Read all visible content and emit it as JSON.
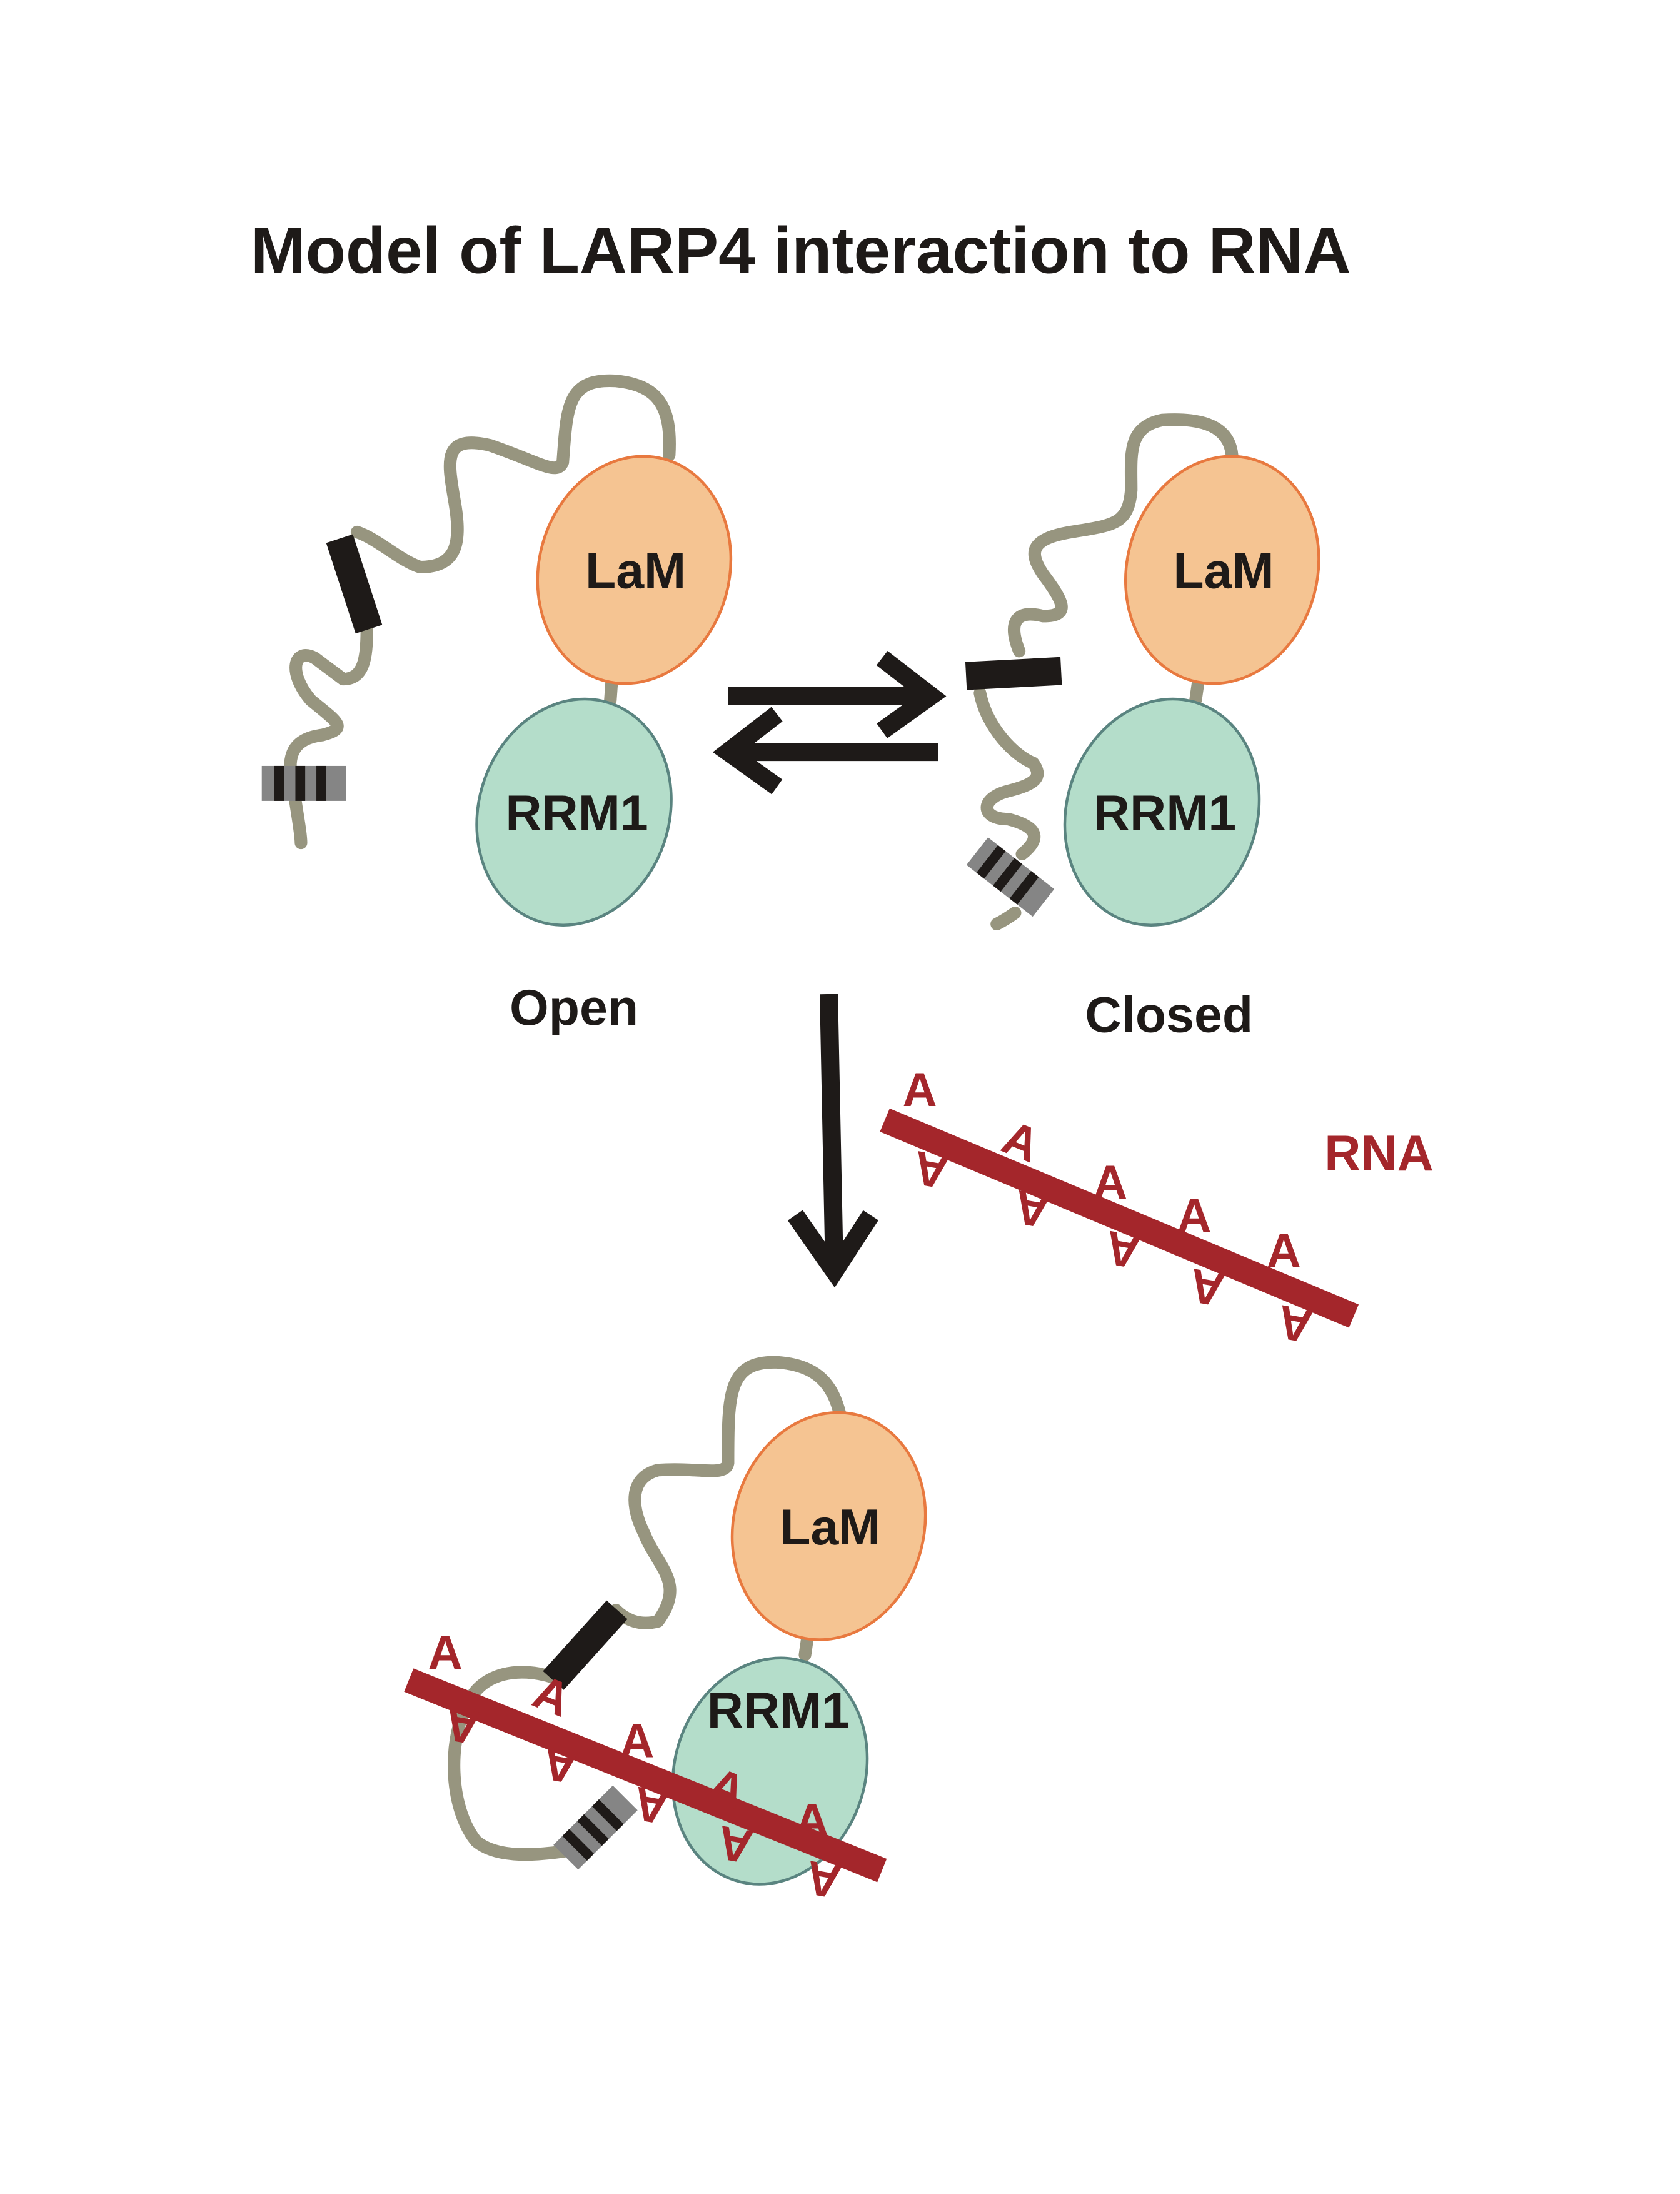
{
  "title": "Model of LARP4 interaction to RNA",
  "domains": {
    "lam": "LaM",
    "rrm1": "RRM1"
  },
  "states": {
    "open": "Open",
    "closed": "Closed"
  },
  "rna_label": "RNA",
  "nucleotide": "A",
  "colors": {
    "lam_fill": "#f5c492",
    "rrm1_fill": "#b4ddca",
    "rna": "#a4262b",
    "linker": "#97957f",
    "arrows": "#1e1a18"
  }
}
